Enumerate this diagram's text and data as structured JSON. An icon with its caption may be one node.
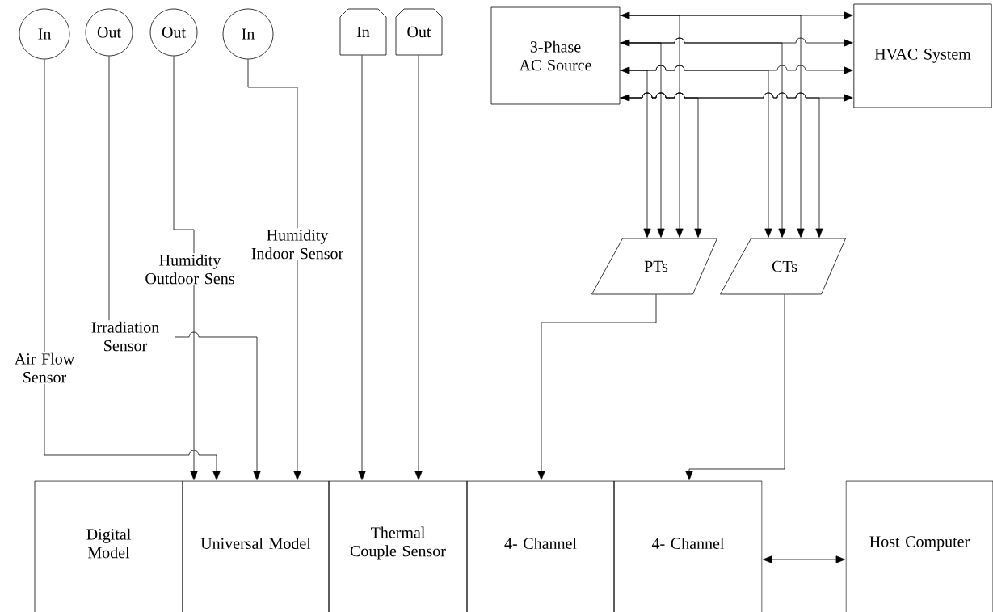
{
  "diagram": {
    "nodes": [
      {
        "text": [
          "In"
        ]
      },
      {
        "text": [
          "Out"
        ]
      },
      {
        "text": [
          "Out"
        ]
      },
      {
        "text": [
          "In"
        ]
      },
      {
        "text": [
          "In"
        ]
      },
      {
        "text": [
          "Out"
        ]
      },
      {
        "text": [
          "3-Phase AC Source"
        ]
      },
      {
        "text": [
          "HVAC System"
        ]
      },
      {
        "text": [
          "PTs"
        ]
      },
      {
        "text": [
          "CTs"
        ]
      },
      {
        "text": [
          "Digital Model"
        ]
      },
      {
        "text": [
          "Universal Model"
        ]
      },
      {
        "text": [
          "Thermal Couple Sensor"
        ]
      },
      {
        "text": [
          "4- Channel"
        ]
      },
      {
        "text": [
          "4- Channel"
        ]
      },
      {
        "text": [
          "Host Computer"
        ]
      }
    ],
    "edges": [
      {
        "from": 0,
        "to": 11,
        "arrow": "to",
        "label": "Air Flow Sensor"
      },
      {
        "from": 1,
        "to": 11,
        "arrow": "to",
        "label": "Irradiation Sensor"
      },
      {
        "from": 2,
        "to": 11,
        "arrow": "to",
        "label": "Humidity Outdoor Sens"
      },
      {
        "from": 3,
        "to": 11,
        "arrow": "to",
        "label": "Humidity Indoor Sensor"
      },
      {
        "from": 4,
        "to": 12,
        "arrow": "to"
      },
      {
        "from": 5,
        "to": 12,
        "arrow": "to"
      },
      {
        "from": 6,
        "to": 7,
        "arrow": "both"
      },
      {
        "from": 6,
        "to": 7,
        "arrow": "both"
      },
      {
        "from": 6,
        "to": 7,
        "arrow": "both"
      },
      {
        "from": 6,
        "to": 7,
        "arrow": "both"
      },
      {
        "from": 6,
        "to": 8,
        "arrow": "to"
      },
      {
        "from": 6,
        "to": 8,
        "arrow": "to"
      },
      {
        "from": 6,
        "to": 8,
        "arrow": "to"
      },
      {
        "from": 6,
        "to": 8,
        "arrow": "to"
      },
      {
        "from": 6,
        "to": 9,
        "arrow": "to"
      },
      {
        "from": 6,
        "to": 9,
        "arrow": "to"
      },
      {
        "from": 6,
        "to": 9,
        "arrow": "to"
      },
      {
        "from": 6,
        "to": 9,
        "arrow": "to"
      },
      {
        "from": 8,
        "to": 13,
        "arrow": "to"
      },
      {
        "from": 9,
        "to": 14,
        "arrow": "to"
      },
      {
        "from": 14,
        "to": 15,
        "arrow": "both"
      }
    ]
  }
}
